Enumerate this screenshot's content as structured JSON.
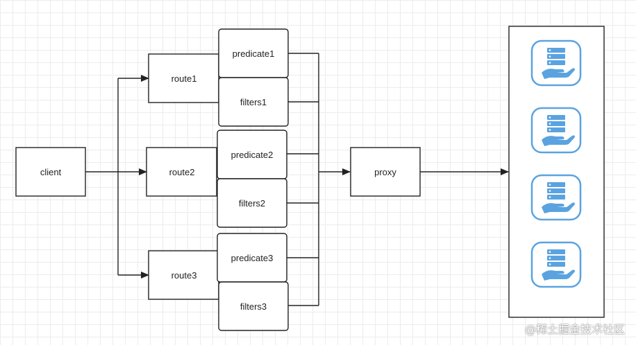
{
  "nodes": {
    "client": "client",
    "route1": "route1",
    "route2": "route2",
    "route3": "route3",
    "predicate1": "predicate1",
    "filters1": "filters1",
    "predicate2": "predicate2",
    "filters2": "filters2",
    "predicate3": "predicate3",
    "filters3": "filters3",
    "proxy": "proxy"
  },
  "servers": {
    "count": 4,
    "icon": "server-hand-icon",
    "color": "#5aa3e0"
  },
  "watermark": "@稀土掘金技术社区"
}
